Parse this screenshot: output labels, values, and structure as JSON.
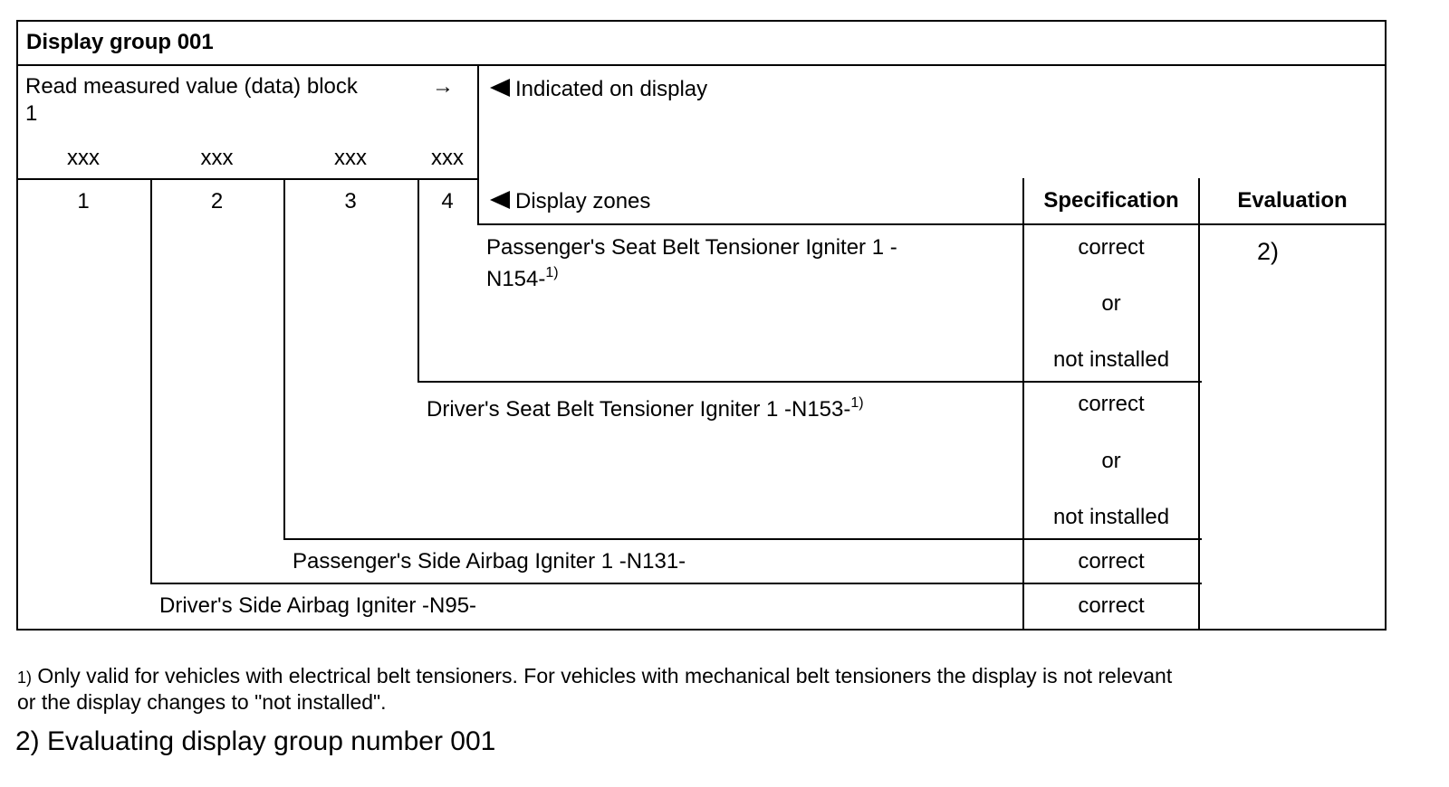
{
  "header": {
    "title": "Display group 001"
  },
  "read_block": {
    "label": "Read measured value (data) block",
    "arrow": "→",
    "number": "1",
    "placeholders": [
      "xxx",
      "xxx",
      "xxx",
      "xxx"
    ]
  },
  "indicated_on_display": "Indicated on display",
  "columns": {
    "numbers": [
      "1",
      "2",
      "3",
      "4"
    ],
    "display_zones": "Display zones",
    "specification": "Specification",
    "evaluation": "Evaluation"
  },
  "rows": [
    {
      "zone": "Passenger's Seat Belt Tensioner Igniter 1 -",
      "zone_cont": "N154-",
      "note": "1)",
      "spec": [
        "correct",
        "or",
        "not installed"
      ]
    },
    {
      "zone": "Driver's Seat Belt Tensioner Igniter 1 -N153-",
      "note": "1)",
      "spec": [
        "correct",
        "or",
        "not installed"
      ]
    },
    {
      "zone": "Passenger's Side Airbag Igniter 1 -N131-",
      "spec": [
        "correct"
      ]
    },
    {
      "zone": "Driver's Side Airbag Igniter -N95-",
      "spec": [
        "correct"
      ]
    }
  ],
  "evaluation_ref": "2)",
  "footnotes": {
    "fn1_mark": "1)",
    "fn1_line1": "Only valid for vehicles with electrical belt tensioners. For vehicles with mechanical belt tensioners the display is not relevant",
    "fn1_line2": "or the display changes to \"not installed\".",
    "fn2": "2) Evaluating display group number 001"
  }
}
